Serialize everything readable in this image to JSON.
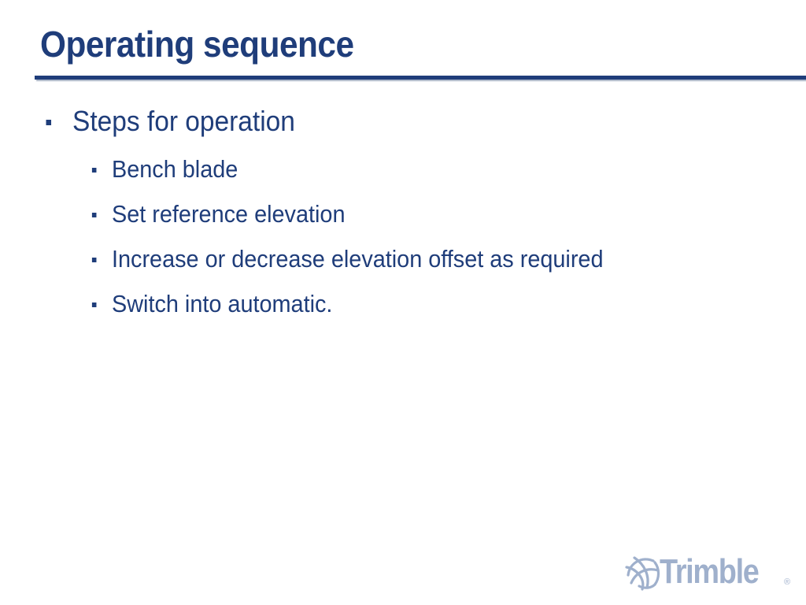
{
  "slide": {
    "title": "Operating sequence",
    "bullets": [
      {
        "text": "Steps for operation",
        "children": [
          "Bench blade",
          "Set reference elevation",
          "Increase or decrease elevation offset as required",
          "Switch into automatic."
        ]
      }
    ]
  },
  "logo": {
    "text": "Trimble",
    "registered": "®",
    "icon": "trimble-globe-icon"
  },
  "colors": {
    "title": "#1f3d7a",
    "text": "#1f3d7a",
    "rule": "#1f3d7a",
    "logo": "#9fb0cc"
  }
}
